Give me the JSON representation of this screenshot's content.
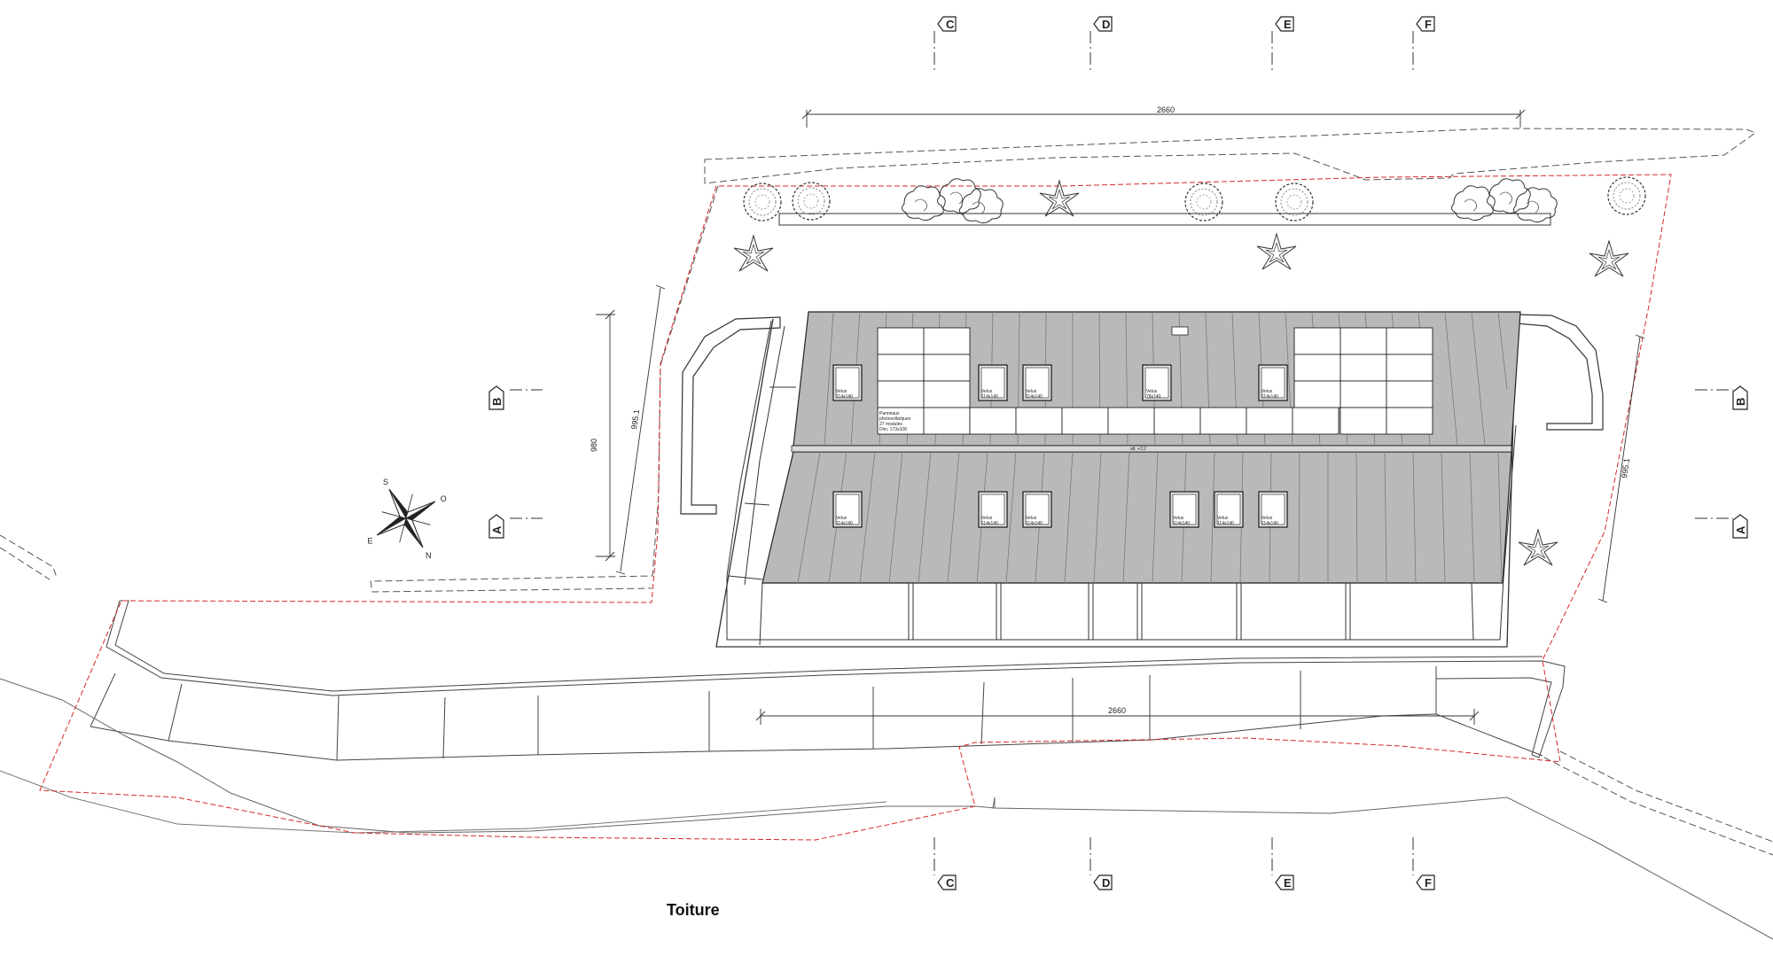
{
  "title": "Toiture",
  "sections": {
    "C": "C",
    "D": "D",
    "E": "E",
    "F": "F",
    "A": "A",
    "B": "B"
  },
  "dimensions": {
    "top_width": "2660",
    "bottom_width": "2660",
    "left_depth": "980",
    "left_diag": "995.1",
    "right_diag": "995.1"
  },
  "compass": {
    "s": "S",
    "o": "O",
    "e": "E",
    "n": "N"
  },
  "pv_panel_note": {
    "line1": "Panneaux",
    "line2": "photovoltaïques",
    "line3": "27 modules",
    "line4": "Dim. 173x108"
  },
  "ridge_label": "alt. +3.2",
  "skylight_label": "Velux",
  "skylight_size_std": "114x140",
  "skylight_size_small": "78x140",
  "colors": {
    "roof": "#b9b9b9",
    "limit": "#d62828",
    "line": "#333333"
  }
}
